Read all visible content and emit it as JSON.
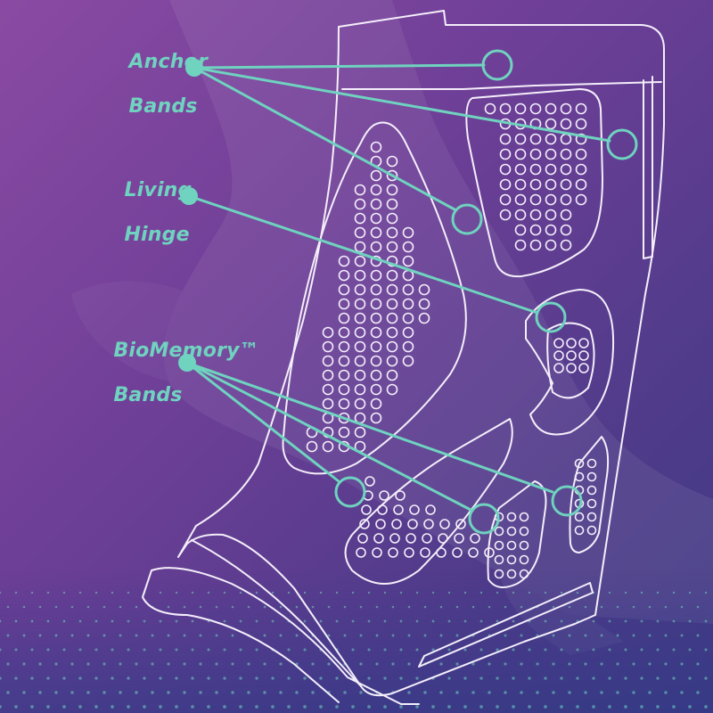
{
  "colors": {
    "accent": "#6fd3bf",
    "outline": "#f4eefa",
    "background_top": "#8a4aa3",
    "background_bottom": "#3f3a85"
  },
  "labels": {
    "anchor": {
      "line1": "Anchor",
      "line2": "Bands"
    },
    "hinge": {
      "line1": "Living",
      "line2": "Hinge"
    },
    "biomemory": {
      "line1": "BioMemory™",
      "line2": "Bands"
    }
  }
}
